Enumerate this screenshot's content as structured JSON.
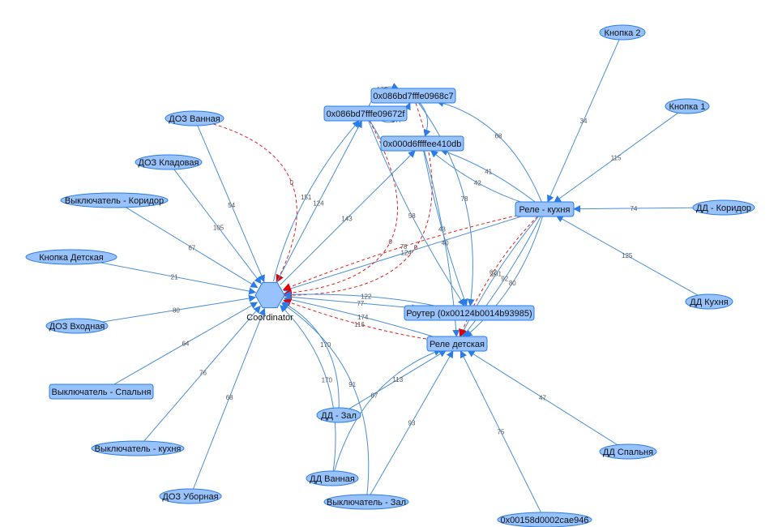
{
  "graph": {
    "colors": {
      "node_fill": "#97c2fc",
      "node_border": "#2b7ce9",
      "edge": "#4a8fd6",
      "edge_dashed": "#e02020",
      "arrow_dashed": "#e00000"
    },
    "nodes": [
      {
        "id": "coordinator",
        "label": "Coordinator",
        "shape": "hexagon"
      },
      {
        "id": "r8c7",
        "label": "0x086bd7fffe0968c7",
        "shape": "box"
      },
      {
        "id": "r72f",
        "label": "0x086bd7fffe09672f",
        "shape": "box"
      },
      {
        "id": "r0db",
        "label": "0x000d6ffffee410db",
        "shape": "box"
      },
      {
        "id": "rele_kuhnya",
        "label": "Реле - кухня",
        "shape": "box"
      },
      {
        "id": "router",
        "label": "Роутер (0x00124b0014b93985)",
        "shape": "box"
      },
      {
        "id": "rele_detskaya",
        "label": "Реле детская",
        "shape": "box"
      },
      {
        "id": "vykl_spalnya",
        "label": "Выключатель - Спальня",
        "shape": "box"
      },
      {
        "id": "knopka2",
        "label": "Кнопка 2",
        "shape": "ellipse"
      },
      {
        "id": "knopka1",
        "label": "Кнопка 1",
        "shape": "ellipse"
      },
      {
        "id": "dd_koridor",
        "label": "ДД - Коридор",
        "shape": "ellipse"
      },
      {
        "id": "dd_kuhnya",
        "label": "ДД Кухня",
        "shape": "ellipse"
      },
      {
        "id": "doz_vannaya",
        "label": "ДОЗ Ванная",
        "shape": "ellipse"
      },
      {
        "id": "doz_kladovaya",
        "label": "ДОЗ Кладовая",
        "shape": "ellipse"
      },
      {
        "id": "vykl_koridor",
        "label": "Выключатель - Коридор",
        "shape": "ellipse"
      },
      {
        "id": "knopka_detskaya",
        "label": "Кнопка Детская",
        "shape": "ellipse"
      },
      {
        "id": "doz_vhodnaya",
        "label": "ДОЗ Входная",
        "shape": "ellipse"
      },
      {
        "id": "vykl_kuhnya",
        "label": "Выключатель - кухня",
        "shape": "ellipse"
      },
      {
        "id": "doz_ubornaya",
        "label": "ДОЗ Уборная",
        "shape": "ellipse"
      },
      {
        "id": "dd_zal",
        "label": "ДД - Зал",
        "shape": "ellipse"
      },
      {
        "id": "dd_vannaya",
        "label": "ДД Ванная",
        "shape": "ellipse"
      },
      {
        "id": "vykl_zal",
        "label": "Выключатель - Зал",
        "shape": "ellipse"
      },
      {
        "id": "dev946",
        "label": "0x00158d0002cae946",
        "shape": "ellipse"
      },
      {
        "id": "dd_spalnya",
        "label": "ДД Спальня",
        "shape": "ellipse"
      }
    ],
    "edges": [
      {
        "from": "knopka2",
        "to": "rele_kuhnya",
        "label": "34"
      },
      {
        "from": "knopka1",
        "to": "rele_kuhnya",
        "label": "115"
      },
      {
        "from": "dd_koridor",
        "to": "rele_kuhnya",
        "label": "74"
      },
      {
        "from": "dd_kuhnya",
        "to": "rele_kuhnya",
        "label": "125"
      },
      {
        "from": "rele_kuhnya",
        "to": "r8c7",
        "label": "68"
      },
      {
        "from": "rele_kuhnya",
        "to": "r0db",
        "label": "41"
      },
      {
        "from": "rele_kuhnya",
        "to": "r0db",
        "label": "42"
      },
      {
        "from": "rele_kuhnya",
        "to": "coordinator",
        "label": "124"
      },
      {
        "from": "rele_kuhnya",
        "to": "coordinator",
        "label": "78",
        "dashed": true
      },
      {
        "from": "rele_kuhnya",
        "to": "rele_detskaya",
        "label": "101"
      },
      {
        "from": "rele_kuhnya",
        "to": "rele_detskaya",
        "label": "92"
      },
      {
        "from": "rele_kuhnya",
        "to": "rele_detskaya",
        "label": "62",
        "dashed": true
      },
      {
        "from": "rele_kuhnya",
        "to": "rele_detskaya",
        "label": "80"
      },
      {
        "from": "doz_vannaya",
        "to": "coordinator",
        "label": "54"
      },
      {
        "from": "doz_vannaya",
        "to": "coordinator",
        "label": "0",
        "dashed": true
      },
      {
        "from": "doz_kladovaya",
        "to": "coordinator",
        "label": "105"
      },
      {
        "from": "vykl_koridor",
        "to": "coordinator",
        "label": "67"
      },
      {
        "from": "knopka_detskaya",
        "to": "coordinator",
        "label": "21"
      },
      {
        "from": "doz_vhodnaya",
        "to": "coordinator",
        "label": "80"
      },
      {
        "from": "vykl_spalnya",
        "to": "coordinator",
        "label": "64"
      },
      {
        "from": "vykl_kuhnya",
        "to": "coordinator",
        "label": "76"
      },
      {
        "from": "doz_ubornaya",
        "to": "coordinator",
        "label": "68"
      },
      {
        "from": "r72f",
        "to": "coordinator",
        "label": "0",
        "dashed": true
      },
      {
        "from": "r8c7",
        "to": "coordinator",
        "label": "0",
        "dashed": true
      },
      {
        "from": "coordinator",
        "to": "r72f",
        "label": "124"
      },
      {
        "from": "coordinator",
        "to": "r72f",
        "label": "151"
      },
      {
        "from": "coordinator",
        "to": "r0db",
        "label": "143"
      },
      {
        "from": "r72f",
        "to": "r8c7",
        "label": "172"
      },
      {
        "from": "r72f",
        "to": "r8c7",
        "label": "177"
      },
      {
        "from": "r72f",
        "to": "r0db",
        "label": ""
      },
      {
        "from": "r8c7",
        "to": "r0db",
        "label": ""
      },
      {
        "from": "r72f",
        "to": "router",
        "label": "58"
      },
      {
        "from": "r0db",
        "to": "router",
        "label": "43"
      },
      {
        "from": "r0db",
        "to": "rele_detskaya",
        "label": "40"
      },
      {
        "from": "r8c7",
        "to": "router",
        "label": "78"
      },
      {
        "from": "coordinator",
        "to": "router",
        "label": "77"
      },
      {
        "from": "router",
        "to": "coordinator",
        "label": "122"
      },
      {
        "from": "rele_detskaya",
        "to": "coordinator",
        "label": "174"
      },
      {
        "from": "rele_detskaya",
        "to": "coordinator",
        "label": "116",
        "dashed": true
      },
      {
        "from": "dd_zal",
        "to": "coordinator",
        "label": "170"
      },
      {
        "from": "dd_zal",
        "to": "rele_detskaya",
        "label": "113"
      },
      {
        "from": "dd_vannaya",
        "to": "coordinator",
        "label": "170"
      },
      {
        "from": "dd_vannaya",
        "to": "rele_detskaya",
        "label": "67"
      },
      {
        "from": "vykl_zal",
        "to": "coordinator",
        "label": "91"
      },
      {
        "from": "vykl_zal",
        "to": "rele_detskaya",
        "label": "93"
      },
      {
        "from": "dev946",
        "to": "rele_detskaya",
        "label": "75"
      },
      {
        "from": "dd_spalnya",
        "to": "rele_detskaya",
        "label": "47"
      }
    ]
  }
}
